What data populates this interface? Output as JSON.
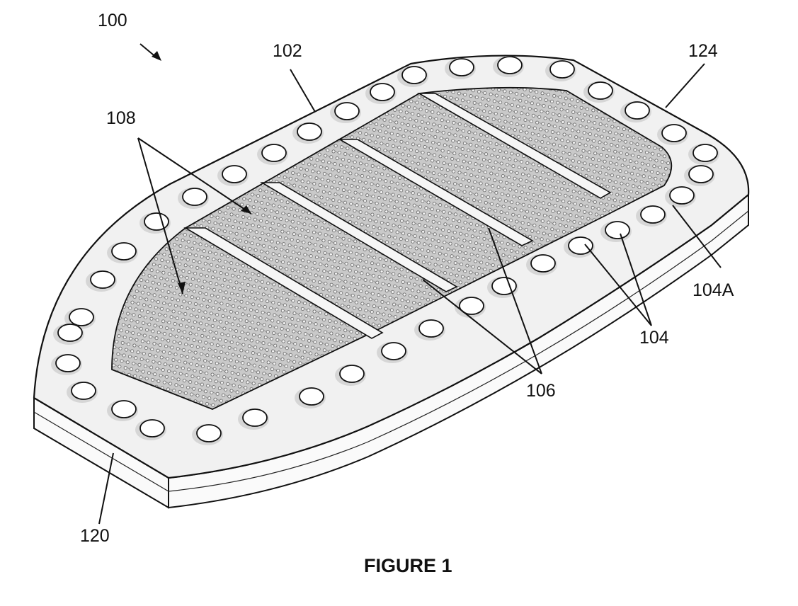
{
  "figure": {
    "caption": "FIGURE 1",
    "labels": {
      "assembly": "100",
      "rim": "102",
      "holes": "104",
      "hole_a": "104A",
      "strips": "106",
      "texture": "108",
      "front_edge": "120",
      "back_edge": "124"
    }
  },
  "colors": {
    "ink": "#111111",
    "rim_fill": "#f1f1f1",
    "side_fill": "#fafafa",
    "texture_fill": "#c7c7c7",
    "hole_shadow": "#cfcfcf"
  }
}
